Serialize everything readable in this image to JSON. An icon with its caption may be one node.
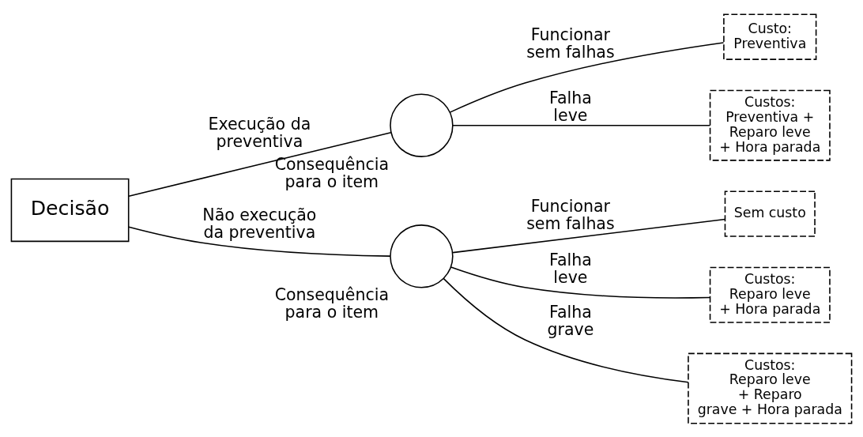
{
  "diagram": {
    "nodes": [
      {
        "text": [
          "Decisão"
        ]
      },
      {
        "text": [
          "Consequência para o item"
        ]
      },
      {
        "text": [
          "Consequência para o item"
        ]
      },
      {
        "text": [
          "Custo: Preventiva"
        ]
      },
      {
        "text": [
          "Custos: Preventiva + Reparo leve + Hora parada"
        ]
      },
      {
        "text": [
          "Sem custo"
        ]
      },
      {
        "text": [
          "Custos: Reparo leve + Hora parada"
        ]
      },
      {
        "text": [
          "Custos: Reparo leve + Reparo grave + Hora parada"
        ]
      }
    ],
    "edges": [
      {
        "from": 0,
        "to": 1,
        "arrow": "none",
        "label": "Execução da preventiva"
      },
      {
        "from": 0,
        "to": 2,
        "arrow": "none",
        "label": "Não execução da preventiva"
      },
      {
        "from": 1,
        "to": 3,
        "arrow": "none",
        "label": "Funcionar sem falhas"
      },
      {
        "from": 1,
        "to": 4,
        "arrow": "none",
        "label": "Falha leve"
      },
      {
        "from": 2,
        "to": 5,
        "arrow": "none",
        "label": "Funcionar sem falhas"
      },
      {
        "from": 2,
        "to": 6,
        "arrow": "none",
        "label": "Falha leve"
      },
      {
        "from": 2,
        "to": 7,
        "arrow": "none",
        "label": "Falha grave"
      }
    ]
  }
}
